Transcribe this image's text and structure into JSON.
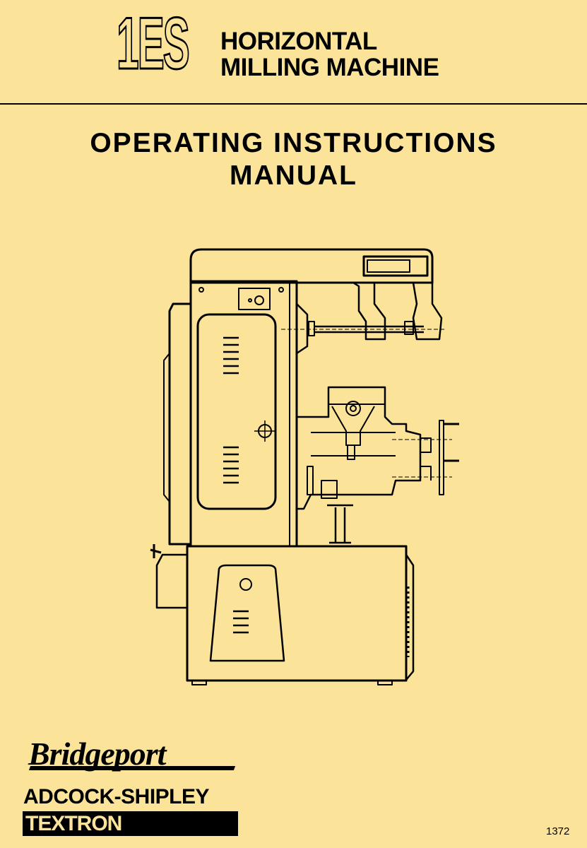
{
  "header": {
    "model": "1ES",
    "subtitle_line1": "HORIZONTAL",
    "subtitle_line2": "MILLING MACHINE"
  },
  "title": {
    "line1": "OPERATING INSTRUCTIONS",
    "line2": "MANUAL"
  },
  "footer": {
    "brand": "Bridgeport",
    "company": "ADCOCK-SHIPLEY",
    "parent": "TEXTRON",
    "doc_number": "1372"
  },
  "colors": {
    "background": "#fbe39a",
    "ink": "#000000"
  }
}
